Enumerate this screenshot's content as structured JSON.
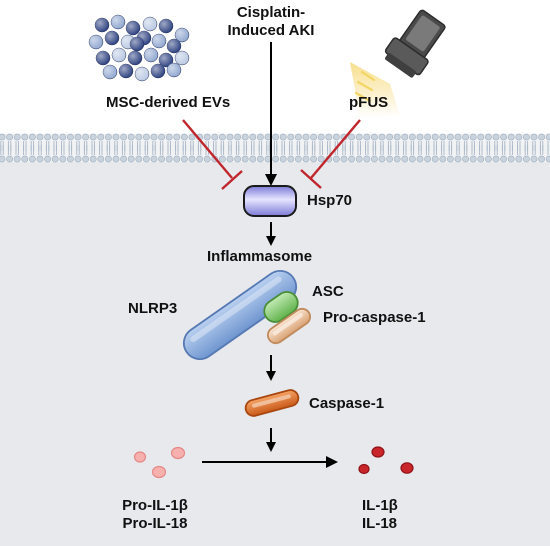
{
  "inputs": {
    "stimulus": {
      "line1": "Cisplatin-",
      "line2": "Induced AKI"
    },
    "msc_evs": "MSC-derived EVs",
    "pfus": "pFUS"
  },
  "pathway": {
    "hsp70": "Hsp70",
    "inflammasome": "Inflammasome",
    "nlrp3": "NLRP3",
    "asc": "ASC",
    "pro_caspase_1": "Pro-caspase-1",
    "caspase_1": "Caspase-1"
  },
  "cytokines": {
    "precursors": {
      "line1": "Pro-IL-1β",
      "line2": "Pro-IL-18"
    },
    "mature": {
      "line1": "IL-1β",
      "line2": "IL-18"
    }
  },
  "colors": {
    "inhibition": "#c0272d",
    "hsp70": "#a7a4f0",
    "nlrp3": "#8fb3e2",
    "asc": "#8fd07a",
    "pro_caspase": "#f1c9a6",
    "caspase": "#e87b2d",
    "pro_il": "#f4a3a3",
    "mature_il": "#c9262c",
    "cytoplasm": "#e7e9ed"
  }
}
